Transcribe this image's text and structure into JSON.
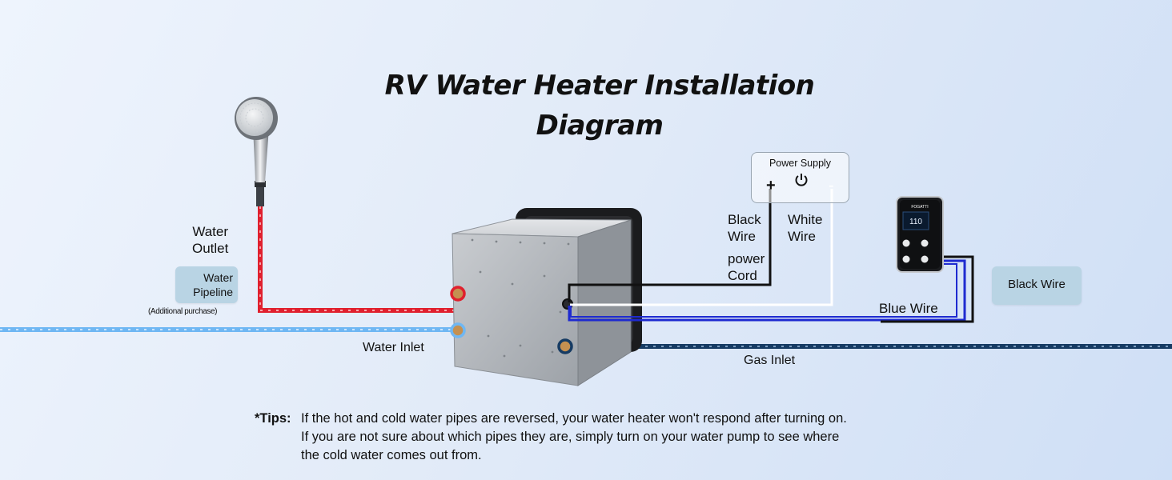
{
  "title": {
    "line1": "RV Water Heater Installation",
    "line2": "Diagram"
  },
  "labels": {
    "water_outlet": "Water\nOutlet",
    "water_pipeline": "Water\nPipeline",
    "additional_purchase": "(Additional purchase)",
    "water_inlet": "Water Inlet",
    "gas_inlet": "Gas Inlet",
    "black_wire": "Black\nWire",
    "white_wire": "White\nWire",
    "power_cord": "power\nCord",
    "blue_wire": "Blue Wire",
    "black_wire_tag": "Black Wire"
  },
  "power_supply": {
    "title": "Power Supply",
    "plus": "+",
    "minus": "-"
  },
  "controller": {
    "brand": "FOGATTI",
    "display": "110"
  },
  "tips": {
    "lead": "*Tips:",
    "line1": "If the hot and cold water pipes are reversed, your water heater won't respond after turning on.",
    "line2": "If you are not sure about which pipes they are, simply turn on your water pump to see where",
    "line3": "the cold water comes out from."
  },
  "colors": {
    "hot_water": "#e0202e",
    "cold_water": "#6fb7f3",
    "gas": "#163b63",
    "blue_wire": "#1e2ad0",
    "black_wire": "#111111",
    "white_wire": "#ffffff"
  }
}
